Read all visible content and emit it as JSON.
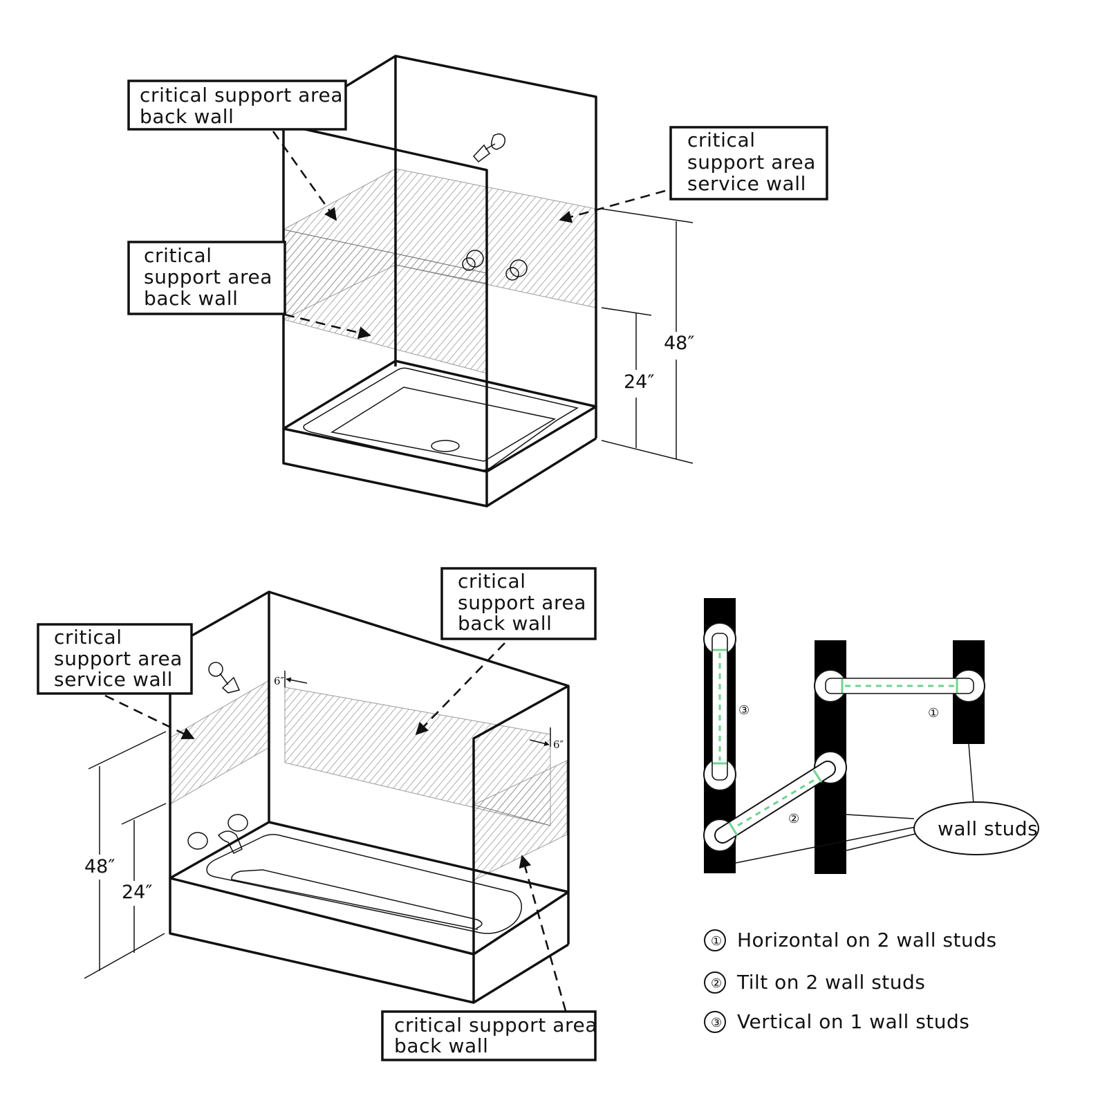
{
  "shower": {
    "label_back_wall_top": [
      "critical support area",
      "back wall"
    ],
    "label_service_wall": [
      "critical",
      "support area",
      "service wall"
    ],
    "label_back_wall_left": [
      "critical",
      "support area",
      "back wall"
    ],
    "dim_48": "48″",
    "dim_24": "24″"
  },
  "tub": {
    "label_service_wall": [
      "critical",
      "support area",
      "service wall"
    ],
    "label_back_wall_top": [
      "critical",
      "support area",
      "back wall"
    ],
    "label_back_wall_bottom": [
      "critical support area",
      "back wall"
    ],
    "dim_48": "48″",
    "dim_24": "24″",
    "dim_6_left": "6″",
    "dim_6_right": "6″"
  },
  "studs": {
    "callout": "wall studs",
    "markers": [
      "①",
      "②",
      "③"
    ]
  },
  "legend": [
    {
      "marker": "①",
      "text": "Horizontal on 2 wall studs"
    },
    {
      "marker": "②",
      "text": "Tilt on 2 wall studs"
    },
    {
      "marker": "③",
      "text": "Vertical on 1 wall studs"
    }
  ],
  "colors": {
    "line": "#111111",
    "stud": "#000000",
    "grab_bar_center": "#6fd28f",
    "hatch": "#888888"
  }
}
